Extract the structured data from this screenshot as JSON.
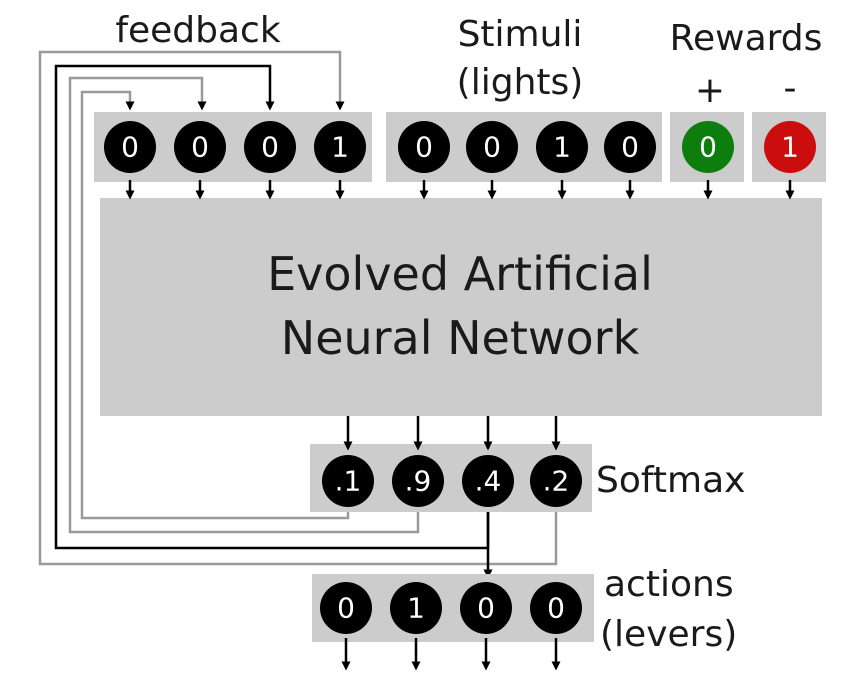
{
  "labels": {
    "feedback": "feedback",
    "stimuli_line1": "Stimuli",
    "stimuli_line2": "(lights)",
    "rewards": "Rewards",
    "reward_plus": "+",
    "reward_minus": "-",
    "network_line1": "Evolved Artificial",
    "network_line2": "Neural Network",
    "softmax": "Softmax",
    "actions_line1": "actions",
    "actions_line2": "(levers)"
  },
  "feedback_values": [
    "0",
    "0",
    "0",
    "1"
  ],
  "stimuli_values": [
    "0",
    "0",
    "1",
    "0"
  ],
  "reward_positive": "0",
  "reward_negative": "1",
  "softmax_values": [
    ".1",
    ".9",
    ".4",
    ".2"
  ],
  "action_values": [
    "0",
    "1",
    "0",
    "0"
  ],
  "colors": {
    "panel": "#cccccc",
    "node": "#000000",
    "reward_positive": "#0d7d0d",
    "reward_negative": "#cc0d0d",
    "gray_wire": "#9a9a9a",
    "black_wire": "#000000"
  }
}
